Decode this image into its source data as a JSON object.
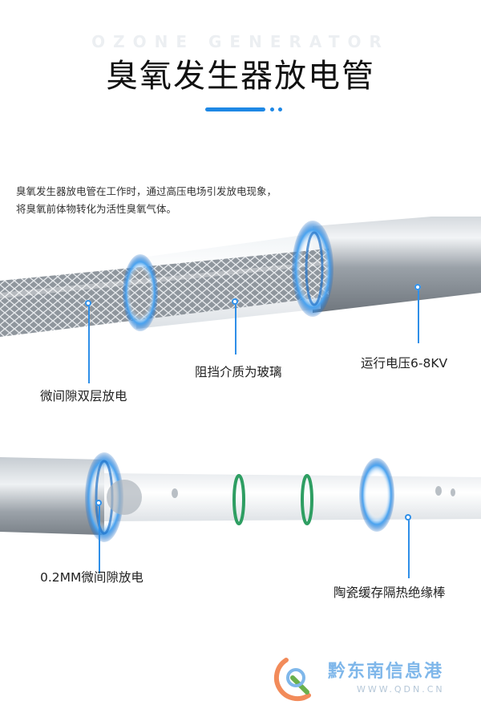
{
  "header": {
    "watermark": "OZONE GENERATOR",
    "title": "臭氧发生器放电管"
  },
  "description": {
    "line1": "臭氧发生器放电管在工作时，通过高压电场引发放电现象，",
    "line2": "将臭氧前体物转化为活性臭氧气体。"
  },
  "annotations_top": {
    "double_layer": "微间隙双层放电",
    "glass_barrier": "阻挡介质为玻璃",
    "voltage": "运行电压6-8KV"
  },
  "annotations_bottom": {
    "gap": "0.2MM微间隙放电",
    "ceramic_rod": "陶瓷缓存隔热绝缘棒"
  },
  "footer": {
    "logo_text": "黔东南信息港",
    "logo_url": "WWW.QDN.CN"
  },
  "colors": {
    "accent": "#1e88e5",
    "ring_blue": "#2f8fe8",
    "steel": "#a9b0b8",
    "ceramic": "#f4f4f4",
    "oring": "#2e9e62"
  }
}
